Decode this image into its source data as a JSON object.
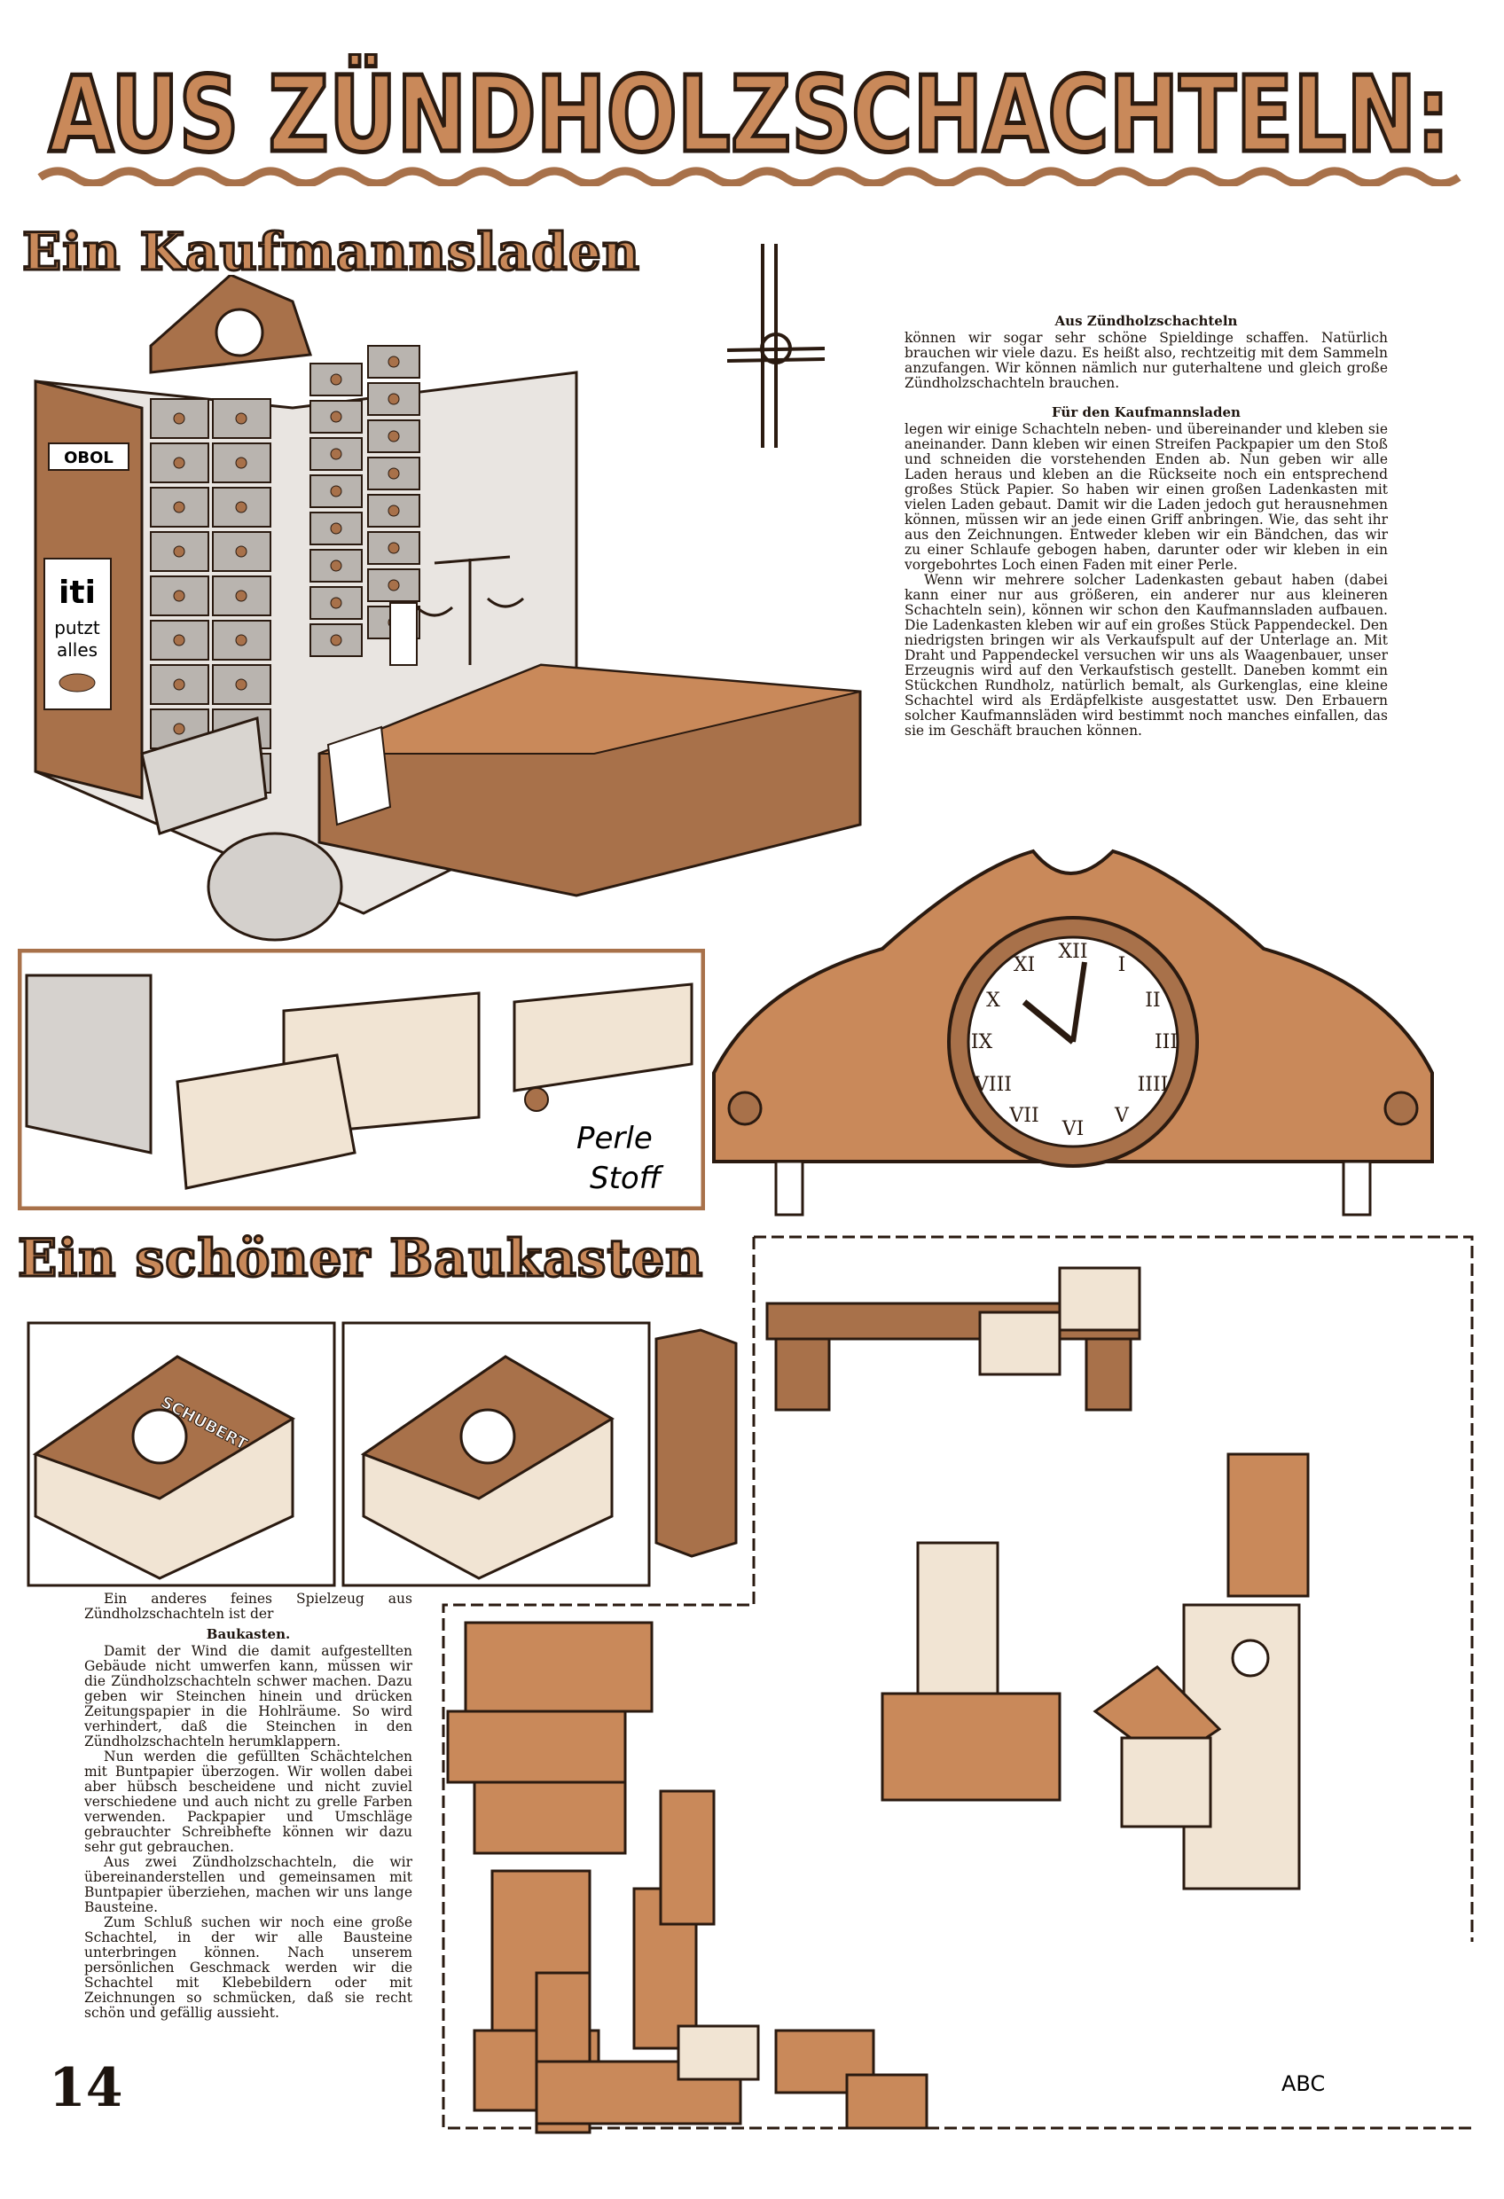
{
  "page_title": "AUS ZÜNDHOLZSCHACHTELN:",
  "section1_heading": "Ein Kaufmannsladen",
  "section2_heading": "Ein schöner Baukasten",
  "illustration_labels": {
    "drawer_label": "OBOL",
    "poster_line1": "iti",
    "poster_line2": "putzt",
    "poster_line3": "alles",
    "handle_label1": "Perle",
    "handle_label2": "Stoff",
    "matchbox_label": "SCHUBERT"
  },
  "article_right": {
    "heading1": "Aus Zündholzschachteln",
    "para1": "können wir sogar sehr schöne Spieldinge schaffen. Natürlich brauchen wir viele dazu. Es heißt also, rechtzeitig mit dem Sammeln anzufangen. Wir können nämlich nur guterhaltene und gleich große Zündholzschachteln brauchen.",
    "heading2": "Für den Kaufmannsladen",
    "para2": "legen wir einige Schachteln neben- und übereinander und kleben sie aneinander. Dann kleben wir einen Streifen Packpapier um den Stoß und schneiden die vorstehenden Enden ab. Nun geben wir alle Laden heraus und kleben an die Rückseite noch ein entsprechend großes Stück Papier. So haben wir einen großen Ladenkasten mit vielen Laden gebaut. Damit wir die Laden jedoch gut herausnehmen können, müssen wir an jede einen Griff anbringen. Wie, das seht ihr aus den Zeichnungen. Entweder kleben wir ein Bändchen, das wir zu einer Schlaufe gebogen haben, darunter oder wir kleben in ein vorgebohrtes Loch einen Faden mit einer Perle.",
    "para3": "Wenn wir mehrere solcher Ladenkasten gebaut haben (dabei kann einer nur aus größeren, ein anderer nur aus kleineren Schachteln sein), können wir schon den Kaufmannsladen aufbauen. Die Ladenkasten kleben wir auf ein großes Stück Pappendeckel. Den niedrigsten bringen wir als Verkaufspult auf der Unterlage an. Mit Draht und Pappendeckel versuchen wir uns als Waagenbauer, unser Erzeugnis wird auf den Verkaufstisch gestellt. Daneben kommt ein Stückchen Rundholz, natürlich bemalt, als Gurkenglas, eine kleine Schachtel wird als Erdäpfelkiste ausgestattet usw. Den Erbauern solcher Kaufmannsläden wird bestimmt noch manches einfallen, das sie im Geschäft brauchen können."
  },
  "article_left": {
    "intro": "Ein anderes feines Spielzeug aus Zündholzschachteln ist der",
    "heading": "Baukasten.",
    "para1": "Damit der Wind die damit aufgestellten Gebäude nicht umwerfen kann, müssen wir die Zündholzschachteln schwer machen. Dazu geben wir Steinchen hinein und drücken Zeitungspapier in die Hohlräume. So wird verhindert, daß die Steinchen in den Zündholzschachteln herumklappern.",
    "para2": "Nun werden die gefüllten Schächtelchen mit Buntpapier überzogen. Wir wollen dabei aber hübsch bescheidene und nicht zuviel verschiedene und auch nicht zu grelle Farben verwenden. Packpapier und Umschläge gebrauchter Schreibhefte können wir dazu sehr gut gebrauchen.",
    "para3": "Aus zwei Zündholzschachteln, die wir übereinanderstellen und gemeinsamen mit Buntpapier überziehen, machen wir uns lange Bausteine.",
    "para4": "Zum Schluß suchen wir noch eine große Schachtel, in der wir alle Bausteine unterbringen können. Nach unserem persönlichen Geschmack werden wir die Schachtel mit Klebebildern oder mit Zeichnungen so schmücken, daß sie recht schön und gefällig aussieht."
  },
  "page_number": "14",
  "artist_signature": "ABC",
  "colors": {
    "brown": "#a8714a",
    "light_brown": "#c9895a",
    "cream": "#f1e4d3",
    "grey": "#c9c6c2",
    "ink": "#2a1a10"
  }
}
